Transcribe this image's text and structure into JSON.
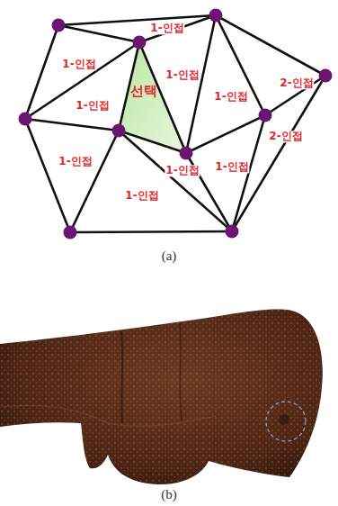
{
  "diagram": {
    "labels": [
      "1-인접",
      "1-인접",
      "1-인접",
      "2-인접",
      "선택",
      "1-인접",
      "1-인접",
      "2-인접",
      "1-인접",
      "1-인접",
      "1-인접",
      "1-인접",
      "(a)",
      "(b)"
    ]
  }
}
